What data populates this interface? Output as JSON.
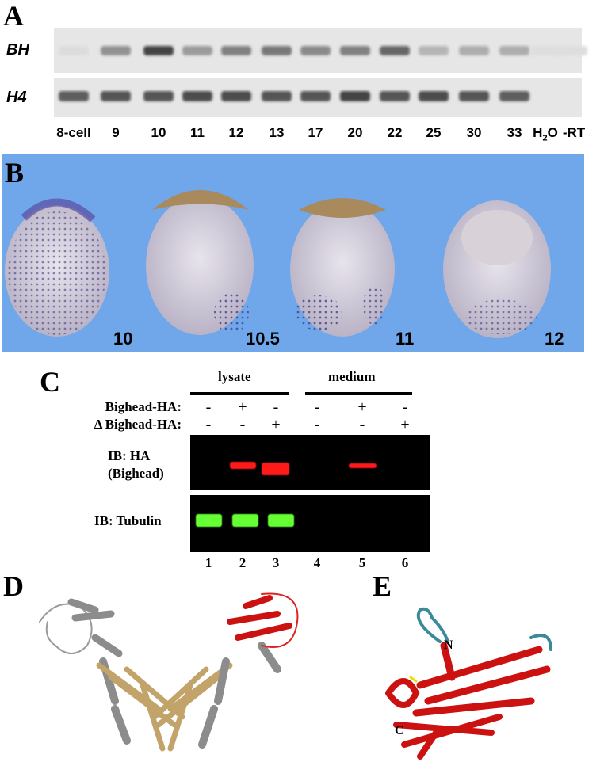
{
  "panels": {
    "A": {
      "label": "A",
      "gels": [
        "BH",
        "H4"
      ],
      "lanes": [
        "8-cell",
        "9",
        "10",
        "11",
        "12",
        "13",
        "17",
        "20",
        "22",
        "25",
        "30",
        "33"
      ],
      "control_h2o": "H",
      "control_h2o_sub": "2",
      "control_h2o_tail": "O",
      "control_rt": "-RT",
      "bh_intensity": [
        0.03,
        0.45,
        0.9,
        0.4,
        0.55,
        0.6,
        0.5,
        0.55,
        0.7,
        0.25,
        0.3,
        0.3,
        0.02,
        0.02
      ],
      "h4_intensity": [
        0.75,
        0.8,
        0.8,
        0.85,
        0.85,
        0.8,
        0.8,
        0.9,
        0.8,
        0.85,
        0.8,
        0.75,
        0,
        0
      ]
    },
    "B": {
      "label": "B",
      "stages": [
        "10",
        "10.5",
        "11",
        "12"
      ]
    },
    "C": {
      "label": "C",
      "groups": [
        "lysate",
        "medium"
      ],
      "row1_label": "Bighead-HA:",
      "row2_label": "Δ Bighead-HA:",
      "row1": [
        "-",
        "+",
        "-",
        "-",
        "+",
        "-"
      ],
      "row2": [
        "-",
        "-",
        "+",
        "-",
        "-",
        "+"
      ],
      "blot1_label_1": "IB: HA",
      "blot1_label_2": "(Bighead)",
      "blot2_label": "IB: Tubulin",
      "lane_numbers": [
        "1",
        "2",
        "3",
        "4",
        "5",
        "6"
      ],
      "colors": {
        "ha": "#ff1a1a",
        "tubulin": "#66ff33"
      }
    },
    "D": {
      "label": "D"
    },
    "E": {
      "label": "E",
      "n_label": "N",
      "c_label": "C"
    }
  }
}
